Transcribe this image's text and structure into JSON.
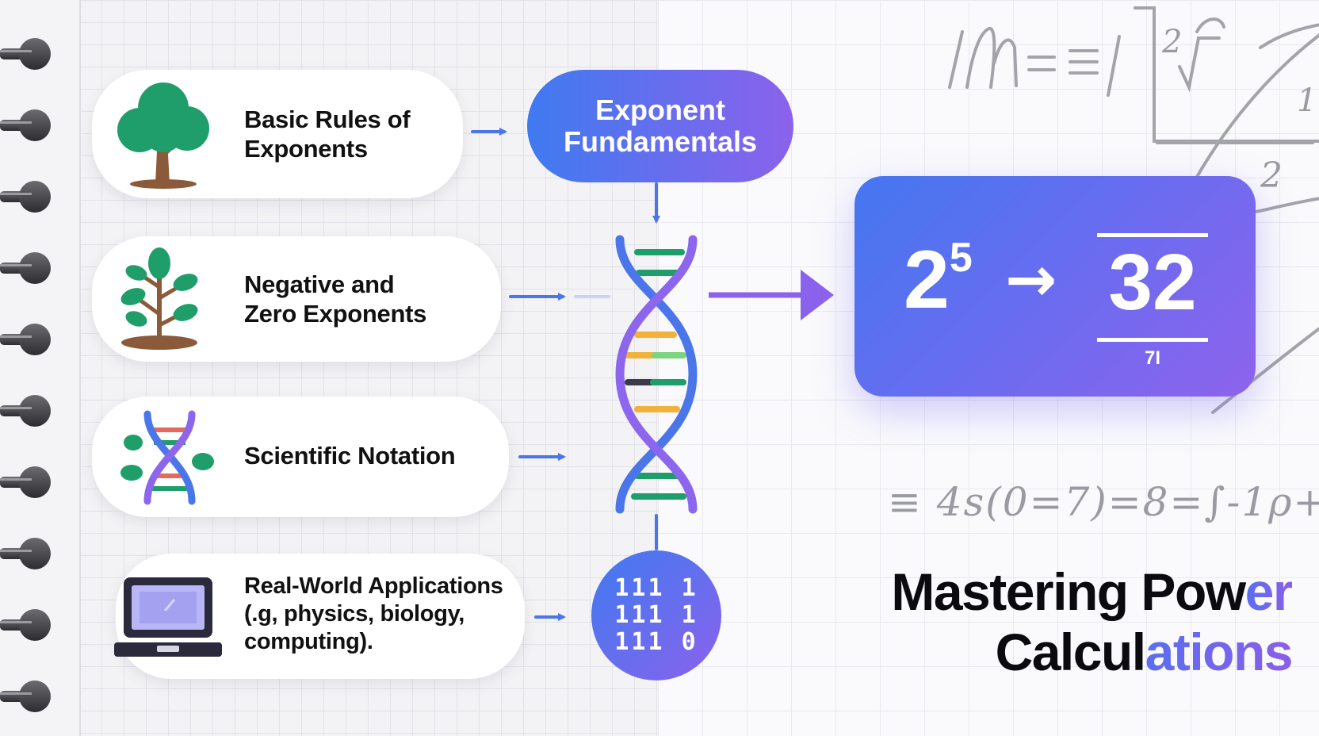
{
  "topics": [
    {
      "label": "Basic Rules of Exponents",
      "lines": [
        "Basic Rules of",
        "Exponents"
      ],
      "icon": "tree-icon"
    },
    {
      "label": "Negative and Zero Exponents",
      "lines": [
        "Negative and",
        "Zero Exponents"
      ],
      "icon": "sapling-icon"
    },
    {
      "label": "Scientific Notation",
      "lines": [
        "Scientific Notation"
      ],
      "icon": "dna-icon"
    },
    {
      "label": "Real-World Applications (.g, physics, biology, computing).",
      "lines": [
        "Real-World Applications",
        "(.g, physics, biology,",
        "computing)."
      ],
      "icon": "laptop-icon"
    }
  ],
  "hub": {
    "lines": [
      "Exponent",
      "Fundamentals"
    ]
  },
  "result": {
    "base": "2",
    "exponent": "5",
    "arrow": "→",
    "value": "32",
    "note": "7I"
  },
  "binary": {
    "rows": [
      "111 1",
      "111 1",
      "111 0"
    ]
  },
  "title": {
    "line1_main": "Mastering Pow",
    "line1_accent": "er",
    "line2_main": "Calcul",
    "line2_accent": "ations"
  },
  "scribbles": {
    "top": "∫/√ = ≡ | ²",
    "equation": "≡ 4s(0=7)=8=∫-1ρ+"
  },
  "colors": {
    "blue": "#3f7af0",
    "purple": "#8b62ec",
    "green": "#1f9d6b",
    "brown": "#8a5a3a"
  }
}
